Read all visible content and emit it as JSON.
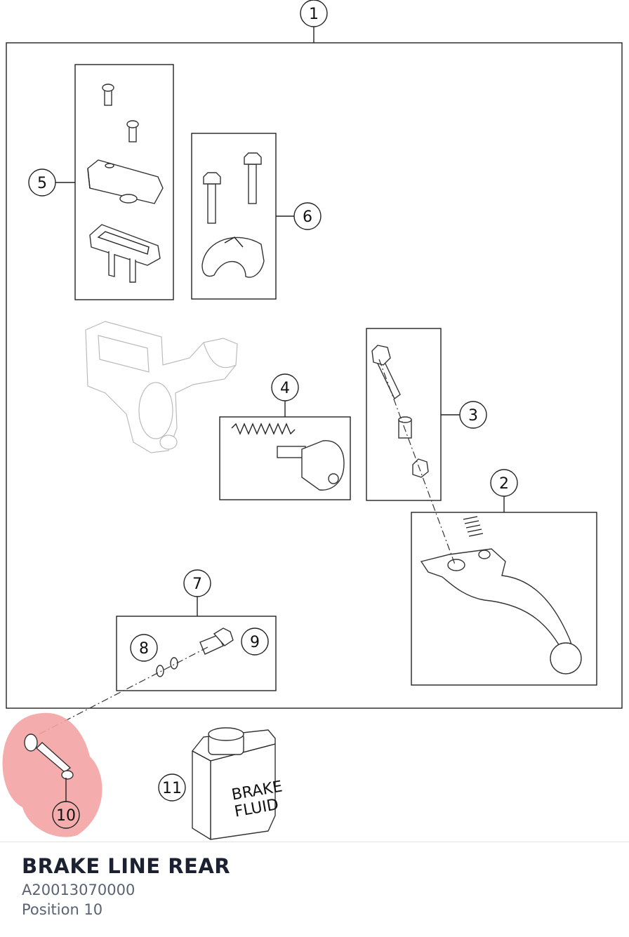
{
  "diagram": {
    "callouts": [
      "1",
      "2",
      "3",
      "4",
      "5",
      "6",
      "7",
      "8",
      "9",
      "10",
      "11"
    ],
    "highlight_color": "#f4a3a3",
    "bottle_text_line1": "BRAKE",
    "bottle_text_line2": "FLUID",
    "selected_callout": "10"
  },
  "part": {
    "title": "BRAKE LINE REAR",
    "number": "A20013070000",
    "position": "Position 10"
  }
}
